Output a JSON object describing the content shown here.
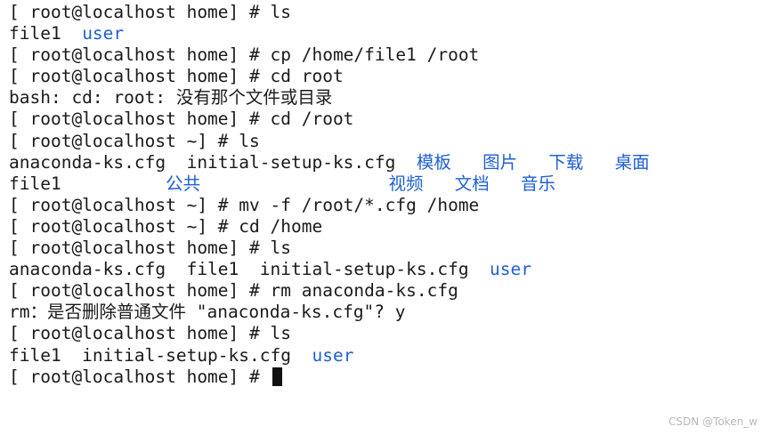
{
  "terminal": {
    "lines": [
      {
        "segments": [
          {
            "text": "[ root@localhost home] # ls",
            "kind": "text"
          }
        ]
      },
      {
        "segments": [
          {
            "text": "file1  ",
            "kind": "text"
          },
          {
            "text": "user",
            "kind": "dir"
          }
        ]
      },
      {
        "segments": [
          {
            "text": "[ root@localhost home] # cp /home/file1 /root",
            "kind": "text"
          }
        ]
      },
      {
        "segments": [
          {
            "text": "[ root@localhost home] # cd root",
            "kind": "text"
          }
        ]
      },
      {
        "segments": [
          {
            "text": "bash: cd: root: 没有那个文件或目录",
            "kind": "text"
          }
        ]
      },
      {
        "segments": [
          {
            "text": "[ root@localhost home] # cd /root",
            "kind": "text"
          }
        ]
      },
      {
        "segments": [
          {
            "text": "[ root@localhost ~] # ls",
            "kind": "text"
          }
        ]
      },
      {
        "segments": [
          {
            "text": "anaconda-ks.cfg  initial-setup-ks.cfg  ",
            "kind": "text"
          },
          {
            "text": "模板",
            "kind": "dir"
          },
          {
            "text": "   ",
            "kind": "text"
          },
          {
            "text": "图片",
            "kind": "dir"
          },
          {
            "text": "   ",
            "kind": "text"
          },
          {
            "text": "下载",
            "kind": "dir"
          },
          {
            "text": "   ",
            "kind": "text"
          },
          {
            "text": "桌面",
            "kind": "dir"
          }
        ]
      },
      {
        "segments": [
          {
            "text": "file1          ",
            "kind": "text"
          },
          {
            "text": "公共",
            "kind": "dir"
          },
          {
            "text": "                  ",
            "kind": "text"
          },
          {
            "text": "视频",
            "kind": "dir"
          },
          {
            "text": "   ",
            "kind": "text"
          },
          {
            "text": "文档",
            "kind": "dir"
          },
          {
            "text": "   ",
            "kind": "text"
          },
          {
            "text": "音乐",
            "kind": "dir"
          }
        ]
      },
      {
        "segments": [
          {
            "text": "[ root@localhost ~] # mv -f /root/*.cfg /home",
            "kind": "text"
          }
        ]
      },
      {
        "segments": [
          {
            "text": "[ root@localhost ~] # cd /home",
            "kind": "text"
          }
        ]
      },
      {
        "segments": [
          {
            "text": "[ root@localhost home] # ls",
            "kind": "text"
          }
        ]
      },
      {
        "segments": [
          {
            "text": "anaconda-ks.cfg  file1  initial-setup-ks.cfg  ",
            "kind": "text"
          },
          {
            "text": "user",
            "kind": "dir"
          }
        ]
      },
      {
        "segments": [
          {
            "text": "[ root@localhost home] # rm anaconda-ks.cfg",
            "kind": "text"
          }
        ]
      },
      {
        "segments": [
          {
            "text": "rm：是否删除普通文件 \"anaconda-ks.cfg\"? y",
            "kind": "text"
          }
        ]
      },
      {
        "segments": [
          {
            "text": "[ root@localhost home] # ls",
            "kind": "text"
          }
        ]
      },
      {
        "segments": [
          {
            "text": "file1  initial-setup-ks.cfg  ",
            "kind": "text"
          },
          {
            "text": "user",
            "kind": "dir"
          }
        ]
      },
      {
        "segments": [
          {
            "text": "[ root@localhost home] # ",
            "kind": "text"
          }
        ],
        "cursor": true
      }
    ]
  },
  "watermark": "CSDN @Token_w",
  "colors": {
    "directory": "#1f5fd6",
    "text": "#1a1a1a",
    "background": "#ffffff"
  }
}
